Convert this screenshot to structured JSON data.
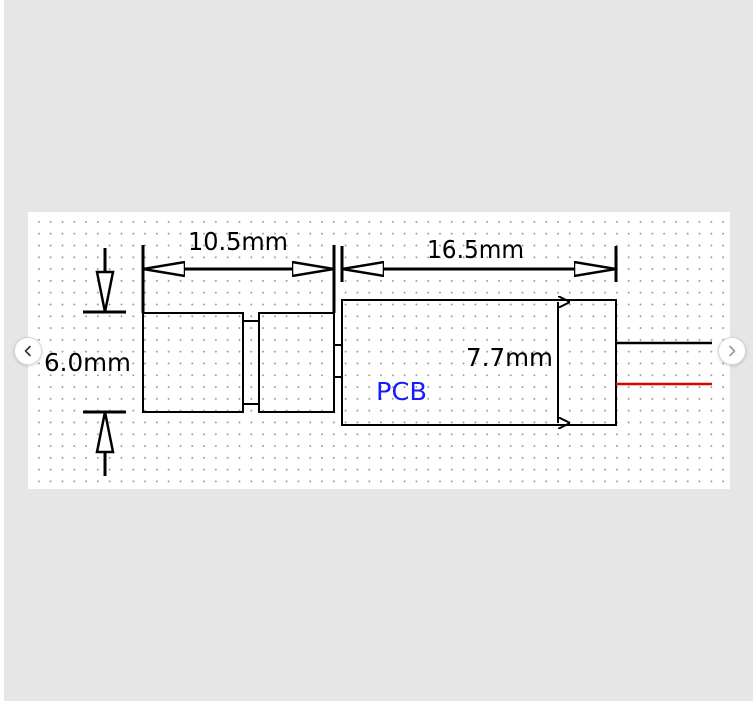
{
  "gallery": {
    "prev_icon": "chevron-left-icon",
    "next_icon": "chevron-right-icon"
  },
  "drawing": {
    "dimensions": {
      "length_left": "10.5mm",
      "length_right": "16.5mm",
      "height_left": "6.0mm",
      "height_right": "7.7mm"
    },
    "pcb_label": "PCB",
    "colors": {
      "outline": "#000000",
      "pcb_text": "#1a1aff",
      "wire_black": "#000000",
      "wire_red": "#e00000"
    }
  }
}
